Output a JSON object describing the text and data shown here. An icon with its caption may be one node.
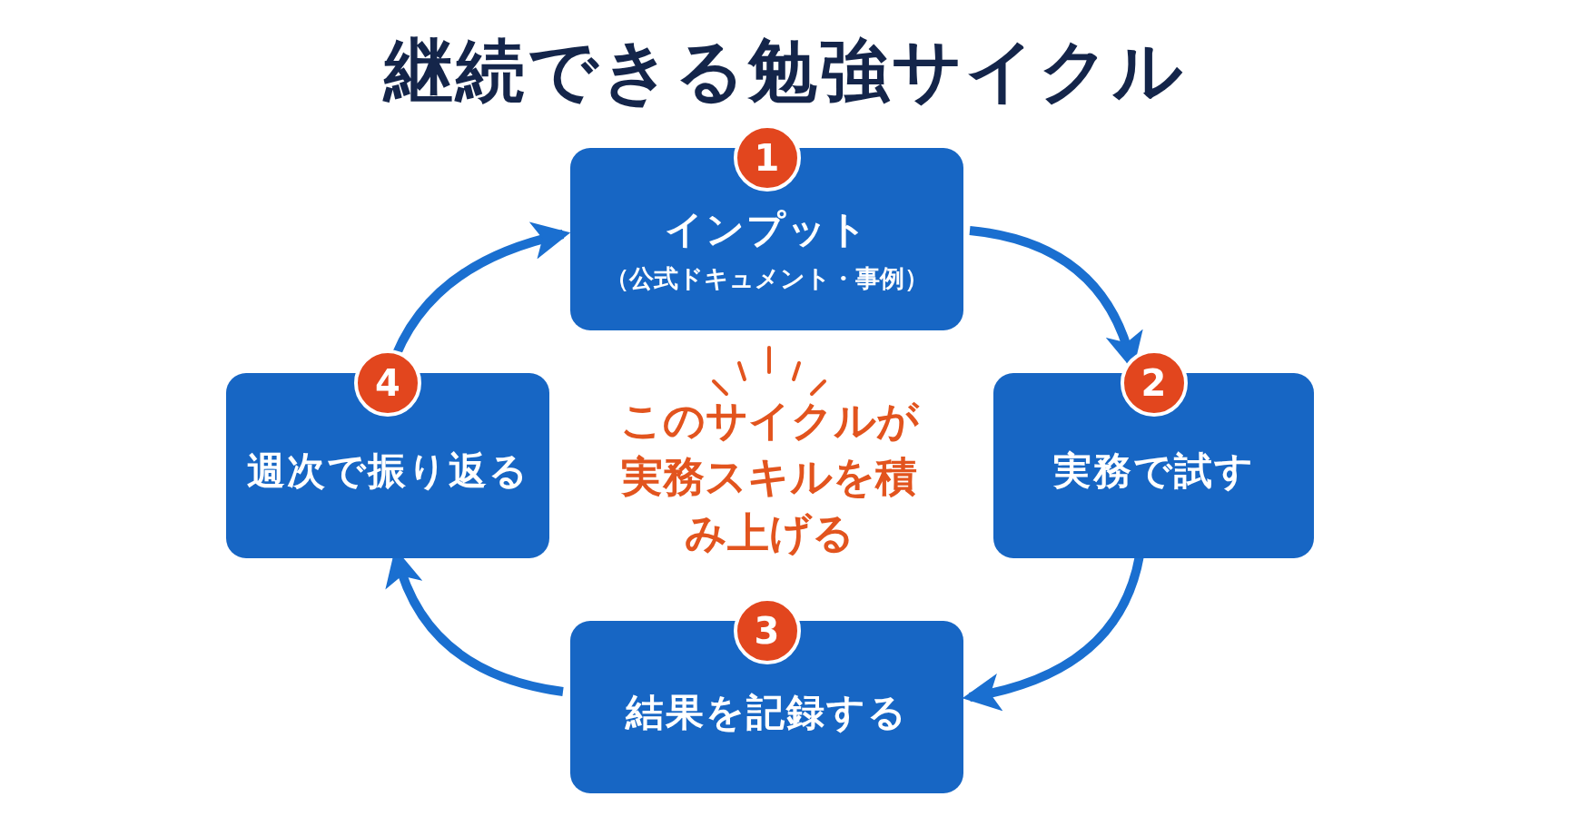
{
  "diagram": {
    "title": "継続できる勉強サイクル",
    "nodes": [
      {
        "text": [
          "1",
          "インプット",
          "（公式ドキュメント・事例）"
        ]
      },
      {
        "text": [
          "2",
          "実務で試す"
        ]
      },
      {
        "text": [
          "3",
          "結果を記録する"
        ]
      },
      {
        "text": [
          "4",
          "週次で振り返る"
        ]
      }
    ],
    "edges": [
      {
        "from": 0,
        "to": 1,
        "arrow": "to"
      },
      {
        "from": 1,
        "to": 2,
        "arrow": "to"
      },
      {
        "from": 2,
        "to": 3,
        "arrow": "to"
      },
      {
        "from": 3,
        "to": 0,
        "arrow": "to"
      }
    ],
    "labels": [
      "このサイクルが実務スキルを積み上げる"
    ]
  }
}
